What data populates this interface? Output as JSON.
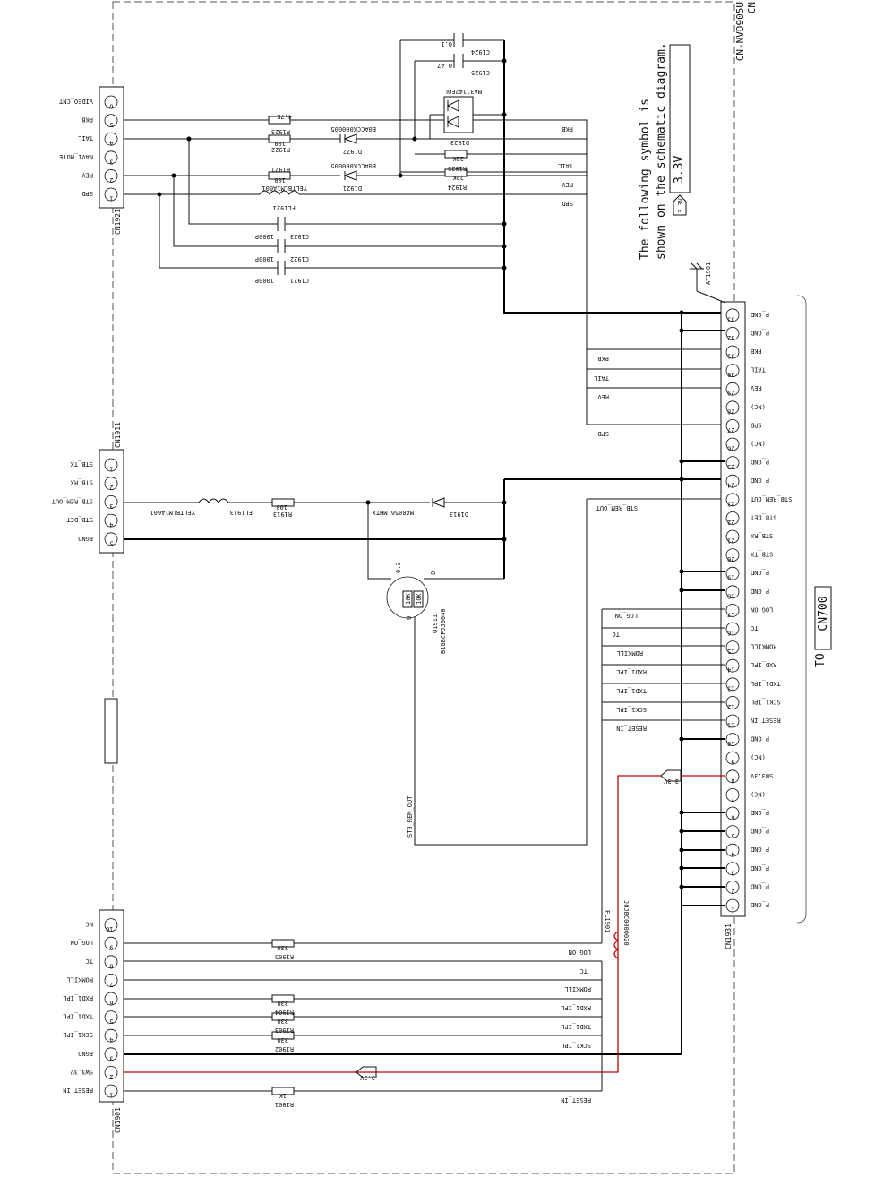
{
  "title_block": {
    "model": "CN-NVD905U",
    "suffix": "CN"
  },
  "note": {
    "line1": "The following symbol is",
    "line2": "shown on the schematic diagram.",
    "symbol": "3.3V",
    "tag": "3.3V"
  },
  "target": {
    "to": "TO",
    "name": "CN700"
  },
  "connectors": {
    "cn1921": {
      "ref": "CN1921",
      "pins": [
        {
          "num": "1",
          "name": "SPD"
        },
        {
          "num": "2",
          "name": "REV"
        },
        {
          "num": "3",
          "name": "NAVI_MUTE"
        },
        {
          "num": "4",
          "name": "TAIL"
        },
        {
          "num": "5",
          "name": "PKB"
        },
        {
          "num": "6",
          "name": "VIDEO_CNT"
        }
      ]
    },
    "cn1911": {
      "ref": "CN1911",
      "pins": [
        {
          "num": "1",
          "name": "STB_TX"
        },
        {
          "num": "2",
          "name": "STB_RX"
        },
        {
          "num": "3",
          "name": "STB_REM_OUT"
        },
        {
          "num": "4",
          "name": "STB_DET"
        },
        {
          "num": "5",
          "name": "PGND"
        }
      ]
    },
    "cn1901": {
      "ref": "CN1901",
      "pins": [
        {
          "num": "1",
          "name": "RESET_IN"
        },
        {
          "num": "2",
          "name": "SW3.3V"
        },
        {
          "num": "3",
          "name": "PGND"
        },
        {
          "num": "4",
          "name": "SCK1_IPL"
        },
        {
          "num": "5",
          "name": "TXD1_IPL"
        },
        {
          "num": "6",
          "name": "RXD1_IPL"
        },
        {
          "num": "7",
          "name": "ROMKILL"
        },
        {
          "num": "8",
          "name": "TC"
        },
        {
          "num": "9",
          "name": "LOG_ON"
        },
        {
          "num": "10",
          "name": "NC"
        }
      ]
    },
    "cn1931": {
      "ref": "CN1931",
      "pins": [
        {
          "num": "1",
          "name": "P_GND"
        },
        {
          "num": "2",
          "name": "P_GND"
        },
        {
          "num": "3",
          "name": "P_GND"
        },
        {
          "num": "4",
          "name": "P_GND"
        },
        {
          "num": "5",
          "name": "P_GND"
        },
        {
          "num": "6",
          "name": "P_GND"
        },
        {
          "num": "7",
          "name": "(NC)"
        },
        {
          "num": "8",
          "name": "SW3.3V"
        },
        {
          "num": "9",
          "name": "(NC)"
        },
        {
          "num": "10",
          "name": "P_GND"
        },
        {
          "num": "11",
          "name": "RESET_IN"
        },
        {
          "num": "12",
          "name": "SCK1_IPL"
        },
        {
          "num": "13",
          "name": "TXD1_IPL"
        },
        {
          "num": "14",
          "name": "RXD_IPL"
        },
        {
          "num": "15",
          "name": "ROMKILL"
        },
        {
          "num": "16",
          "name": "TC"
        },
        {
          "num": "17",
          "name": "LOG_ON"
        },
        {
          "num": "18",
          "name": "P_GND"
        },
        {
          "num": "19",
          "name": "P_GND"
        },
        {
          "num": "20",
          "name": "STB_TX"
        },
        {
          "num": "21",
          "name": "STB_RX"
        },
        {
          "num": "22",
          "name": "STB_DET"
        },
        {
          "num": "23",
          "name": "STB_REM_OUT"
        },
        {
          "num": "24",
          "name": "P_GND"
        },
        {
          "num": "25",
          "name": "P_GND"
        },
        {
          "num": "26",
          "name": "(NC)"
        },
        {
          "num": "27",
          "name": "SPD"
        },
        {
          "num": "28",
          "name": "(NC)"
        },
        {
          "num": "29",
          "name": "REV"
        },
        {
          "num": "30",
          "name": "TAIL"
        },
        {
          "num": "31",
          "name": "PKB"
        },
        {
          "num": "32",
          "name": "P_GND"
        },
        {
          "num": "33",
          "name": "P_GND"
        }
      ]
    }
  },
  "components": {
    "r1923": {
      "ref": "R1923",
      "value": "4.7K"
    },
    "r1922": {
      "ref": "R1922",
      "value": "100"
    },
    "r1921": {
      "ref": "R1921",
      "value": "100"
    },
    "d1922": {
      "ref": "D1922",
      "part": "B0ACCK000005"
    },
    "d1921": {
      "ref": "D1921",
      "part": "B0ACCK000005"
    },
    "fl1921": {
      "ref": "FL1921",
      "part": "YELTBLM1A601"
    },
    "c1924": {
      "ref": "C1924",
      "value": "0.1"
    },
    "c1925": {
      "ref": "C1925",
      "value": "0.47"
    },
    "d1923": {
      "ref": "D1923",
      "part": "MA3J142EOL"
    },
    "r1925": {
      "ref": "R1925",
      "value": "22K"
    },
    "r1924": {
      "ref": "R1924",
      "value": "22K"
    },
    "c1923": {
      "ref": "C1923",
      "value": "1000P"
    },
    "c1922": {
      "ref": "C1922",
      "value": "1000P"
    },
    "c1921": {
      "ref": "C1921",
      "value": "1000P"
    },
    "fl1913": {
      "ref": "FL1913",
      "part": "YELTBLM1A601"
    },
    "r1913": {
      "ref": "R1913",
      "value": "100"
    },
    "d1913": {
      "ref": "D1913",
      "part": "MA8056LMHTX"
    },
    "q1911": {
      "ref": "Q1911",
      "part": "B1GBCFJJ0040",
      "r1": "10K",
      "r2": "10K",
      "v_b": "0",
      "v_c": "0",
      "v_e": "0.3"
    },
    "at1901": {
      "ref": "AT1901"
    },
    "r1905": {
      "ref": "R1905",
      "value": "330"
    },
    "r1904": {
      "ref": "R1904",
      "value": "330"
    },
    "r1903": {
      "ref": "R1903",
      "value": "330"
    },
    "r1902": {
      "ref": "R1902",
      "value": "330"
    },
    "r1901": {
      "ref": "R1901",
      "value": "1K"
    },
    "fl1901": {
      "ref": "FL1901",
      "part": "J0JBC0000020"
    }
  },
  "nets": {
    "pkb": "PKB",
    "tail": "TAIL",
    "rev": "REV",
    "spd": "SPD",
    "stb_rem_out": "STB_REM_OUT",
    "log_on": "LOG_ON",
    "tc": "TC",
    "romkill": "ROMKILL",
    "rxd1_ipl": "RXD1_IPL",
    "txd1_ipl": "TXD1_IPL",
    "sck1_ipl": "SCK1_IPL",
    "reset_in": "RESET_IN",
    "sw33v_tag": "3.3V"
  },
  "colors": {
    "wire": "#111111",
    "power_3v3": "#c00000"
  }
}
